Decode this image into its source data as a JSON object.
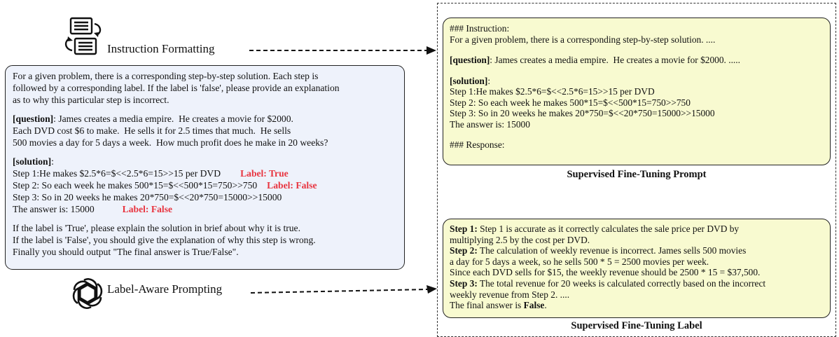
{
  "steps": {
    "instruction_formatting": "Instruction Formatting",
    "label_aware_prompting": "Label-Aware Prompting"
  },
  "left_prompt": {
    "intro": [
      "For a given problem, there is a corresponding step-by-step solution. Each step is",
      "followed by a corresponding label. If the label is 'false', please provide an explanation",
      "as to why this particular step is incorrect."
    ],
    "question_tag": "[question]",
    "question_lines": [
      ": James creates a media empire.  He creates a movie for $2000.",
      "Each DVD cost $6 to make.  He sells it for 2.5 times that much.  He sells",
      "500 movies a day for 5 days a week.  How much profit does he make in 20 weeks?"
    ],
    "solution_tag": "[solution]",
    "solution_colon": ":",
    "solution_steps": [
      {
        "text": "Step 1:He makes $2.5*6=$<<2.5*6=15>>15 per DVD",
        "label": "Label: True"
      },
      {
        "text": "Step 2: So each week he makes 500*15=$<<500*15=750>>750",
        "label": "Label: False"
      },
      {
        "text": "Step 3: So in 20 weeks he makes 20*750=$<<20*750=15000>>15000",
        "label": ""
      },
      {
        "text": "The answer is: 15000",
        "label": "Label: False"
      }
    ],
    "outro": [
      "If the label is 'True', please explain the solution in brief about why it is true.",
      "If the label is 'False', you should give the explanation of why this step is wrong.",
      "Finally you should output \"The final answer is True/False\"."
    ]
  },
  "sft_prompt": {
    "instruction_header": "### Instruction:",
    "instruction_line": "For a given problem, there is a corresponding step-by-step solution. ....",
    "question_tag": "[question]",
    "question_text": ": James creates a media empire.  He creates a movie for $2000. .....",
    "solution_tag": "[solution]",
    "solution_colon": ":",
    "solution_lines": [
      "Step 1:He makes $2.5*6=$<<2.5*6=15>>15 per DVD",
      "Step 2: So each week he makes 500*15=$<<500*15=750>>750",
      "Step 3: So in 20 weeks he makes 20*750=$<<20*750=15000>>15000",
      "The answer is: 15000"
    ],
    "response_header": "### Response:",
    "caption": "Supervised Fine-Tuning Prompt"
  },
  "sft_label": {
    "step1_tag": "Step 1:",
    "step1_lines": [
      " Step 1 is accurate as it correctly calculates the sale price per DVD by",
      "multiplying 2.5 by the cost per DVD."
    ],
    "step2_tag": "Step 2:",
    "step2_lines": [
      " The calculation of weekly revenue is incorrect. James sells 500 movies",
      "a day for 5 days a week, so he sells 500 * 5 = 2500 movies per week.",
      "Since each DVD sells for $15, the weekly revenue should be 2500 * 15 = $37,500."
    ],
    "step3_tag": "Step 3:",
    "step3_lines": [
      " The total revenue for 20 weeks is calculated correctly based on the incorrect",
      "weekly revenue from Step 2. ...."
    ],
    "final_prefix": "The final answer is ",
    "final_value": "False",
    "final_suffix": ".",
    "caption": "Supervised Fine-Tuning Label"
  },
  "colors": {
    "left_box_fill": "#eef2fb",
    "right_box_fill": "#f8fad0",
    "label_red": "#e8343f"
  },
  "icons": [
    "document-cycle-icon",
    "openai-logo-icon",
    "dashed-arrow-icon"
  ]
}
